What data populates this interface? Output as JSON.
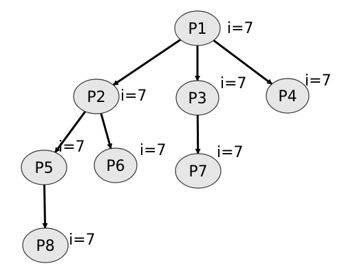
{
  "nodes": [
    {
      "id": "P1",
      "label": "P1",
      "annotation": "i=7"
    },
    {
      "id": "P2",
      "label": "P2",
      "annotation": "i=7"
    },
    {
      "id": "P3",
      "label": "P3",
      "annotation": "i=7"
    },
    {
      "id": "P4",
      "label": "P4",
      "annotation": "i=7"
    },
    {
      "id": "P5",
      "label": "P5",
      "annotation": "i=7"
    },
    {
      "id": "P6",
      "label": "P6",
      "annotation": "i=7"
    },
    {
      "id": "P7",
      "label": "P7",
      "annotation": "i=7"
    },
    {
      "id": "P8",
      "label": "P8",
      "annotation": "i=7"
    }
  ],
  "edges": [
    {
      "from": "P1",
      "to": "P2"
    },
    {
      "from": "P1",
      "to": "P3"
    },
    {
      "from": "P1",
      "to": "P4"
    },
    {
      "from": "P2",
      "to": "P5"
    },
    {
      "from": "P2",
      "to": "P6"
    },
    {
      "from": "P3",
      "to": "P7"
    },
    {
      "from": "P5",
      "to": "P8"
    }
  ],
  "colors": {
    "node_fill": "#e6e6e6",
    "node_stroke": "#333333",
    "edge": "#000000"
  }
}
